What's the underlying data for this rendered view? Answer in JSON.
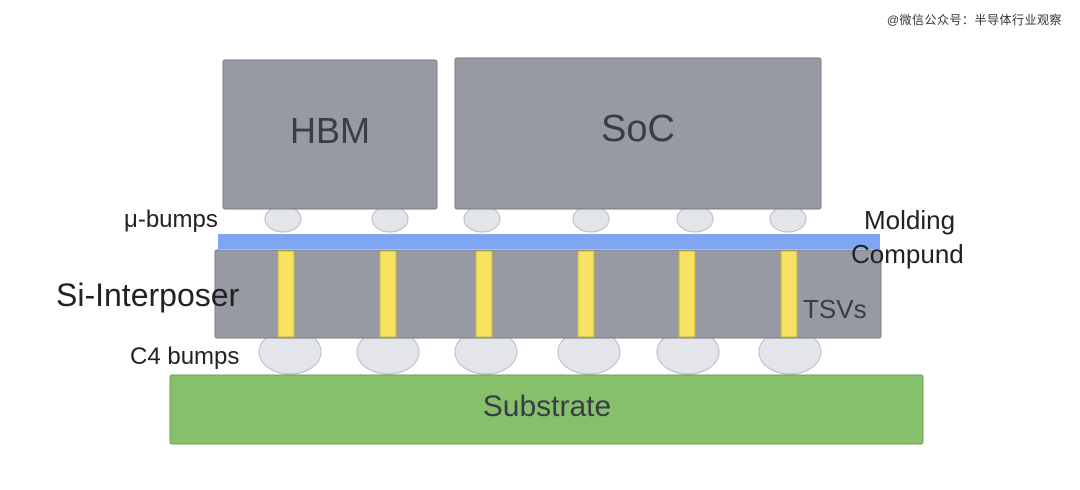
{
  "watermark": "@微信公众号：半导体行业观察",
  "dies": {
    "hbm": "HBM",
    "soc": "SoC"
  },
  "labels": {
    "micro_bumps": "μ-bumps",
    "molding_line1": "Molding",
    "molding_line2": "Compund",
    "interposer": "Si-Interposer",
    "tsvs": "TSVs",
    "c4_bumps": "C4 bumps",
    "substrate": "Substrate"
  },
  "colors": {
    "die": "#979aa3",
    "die_border": "#7a7d85",
    "molding": "#7fa6f2",
    "interposer": "#979aa3",
    "tsv": "#f7e261",
    "tsv_border": "#c9b53a",
    "bump": "#e3e5ea",
    "bump_border": "#b9bcc3",
    "substrate": "#86c06a",
    "substrate_border": "#6da353",
    "die_text": "#3a3d44",
    "label_text": "#222222"
  }
}
